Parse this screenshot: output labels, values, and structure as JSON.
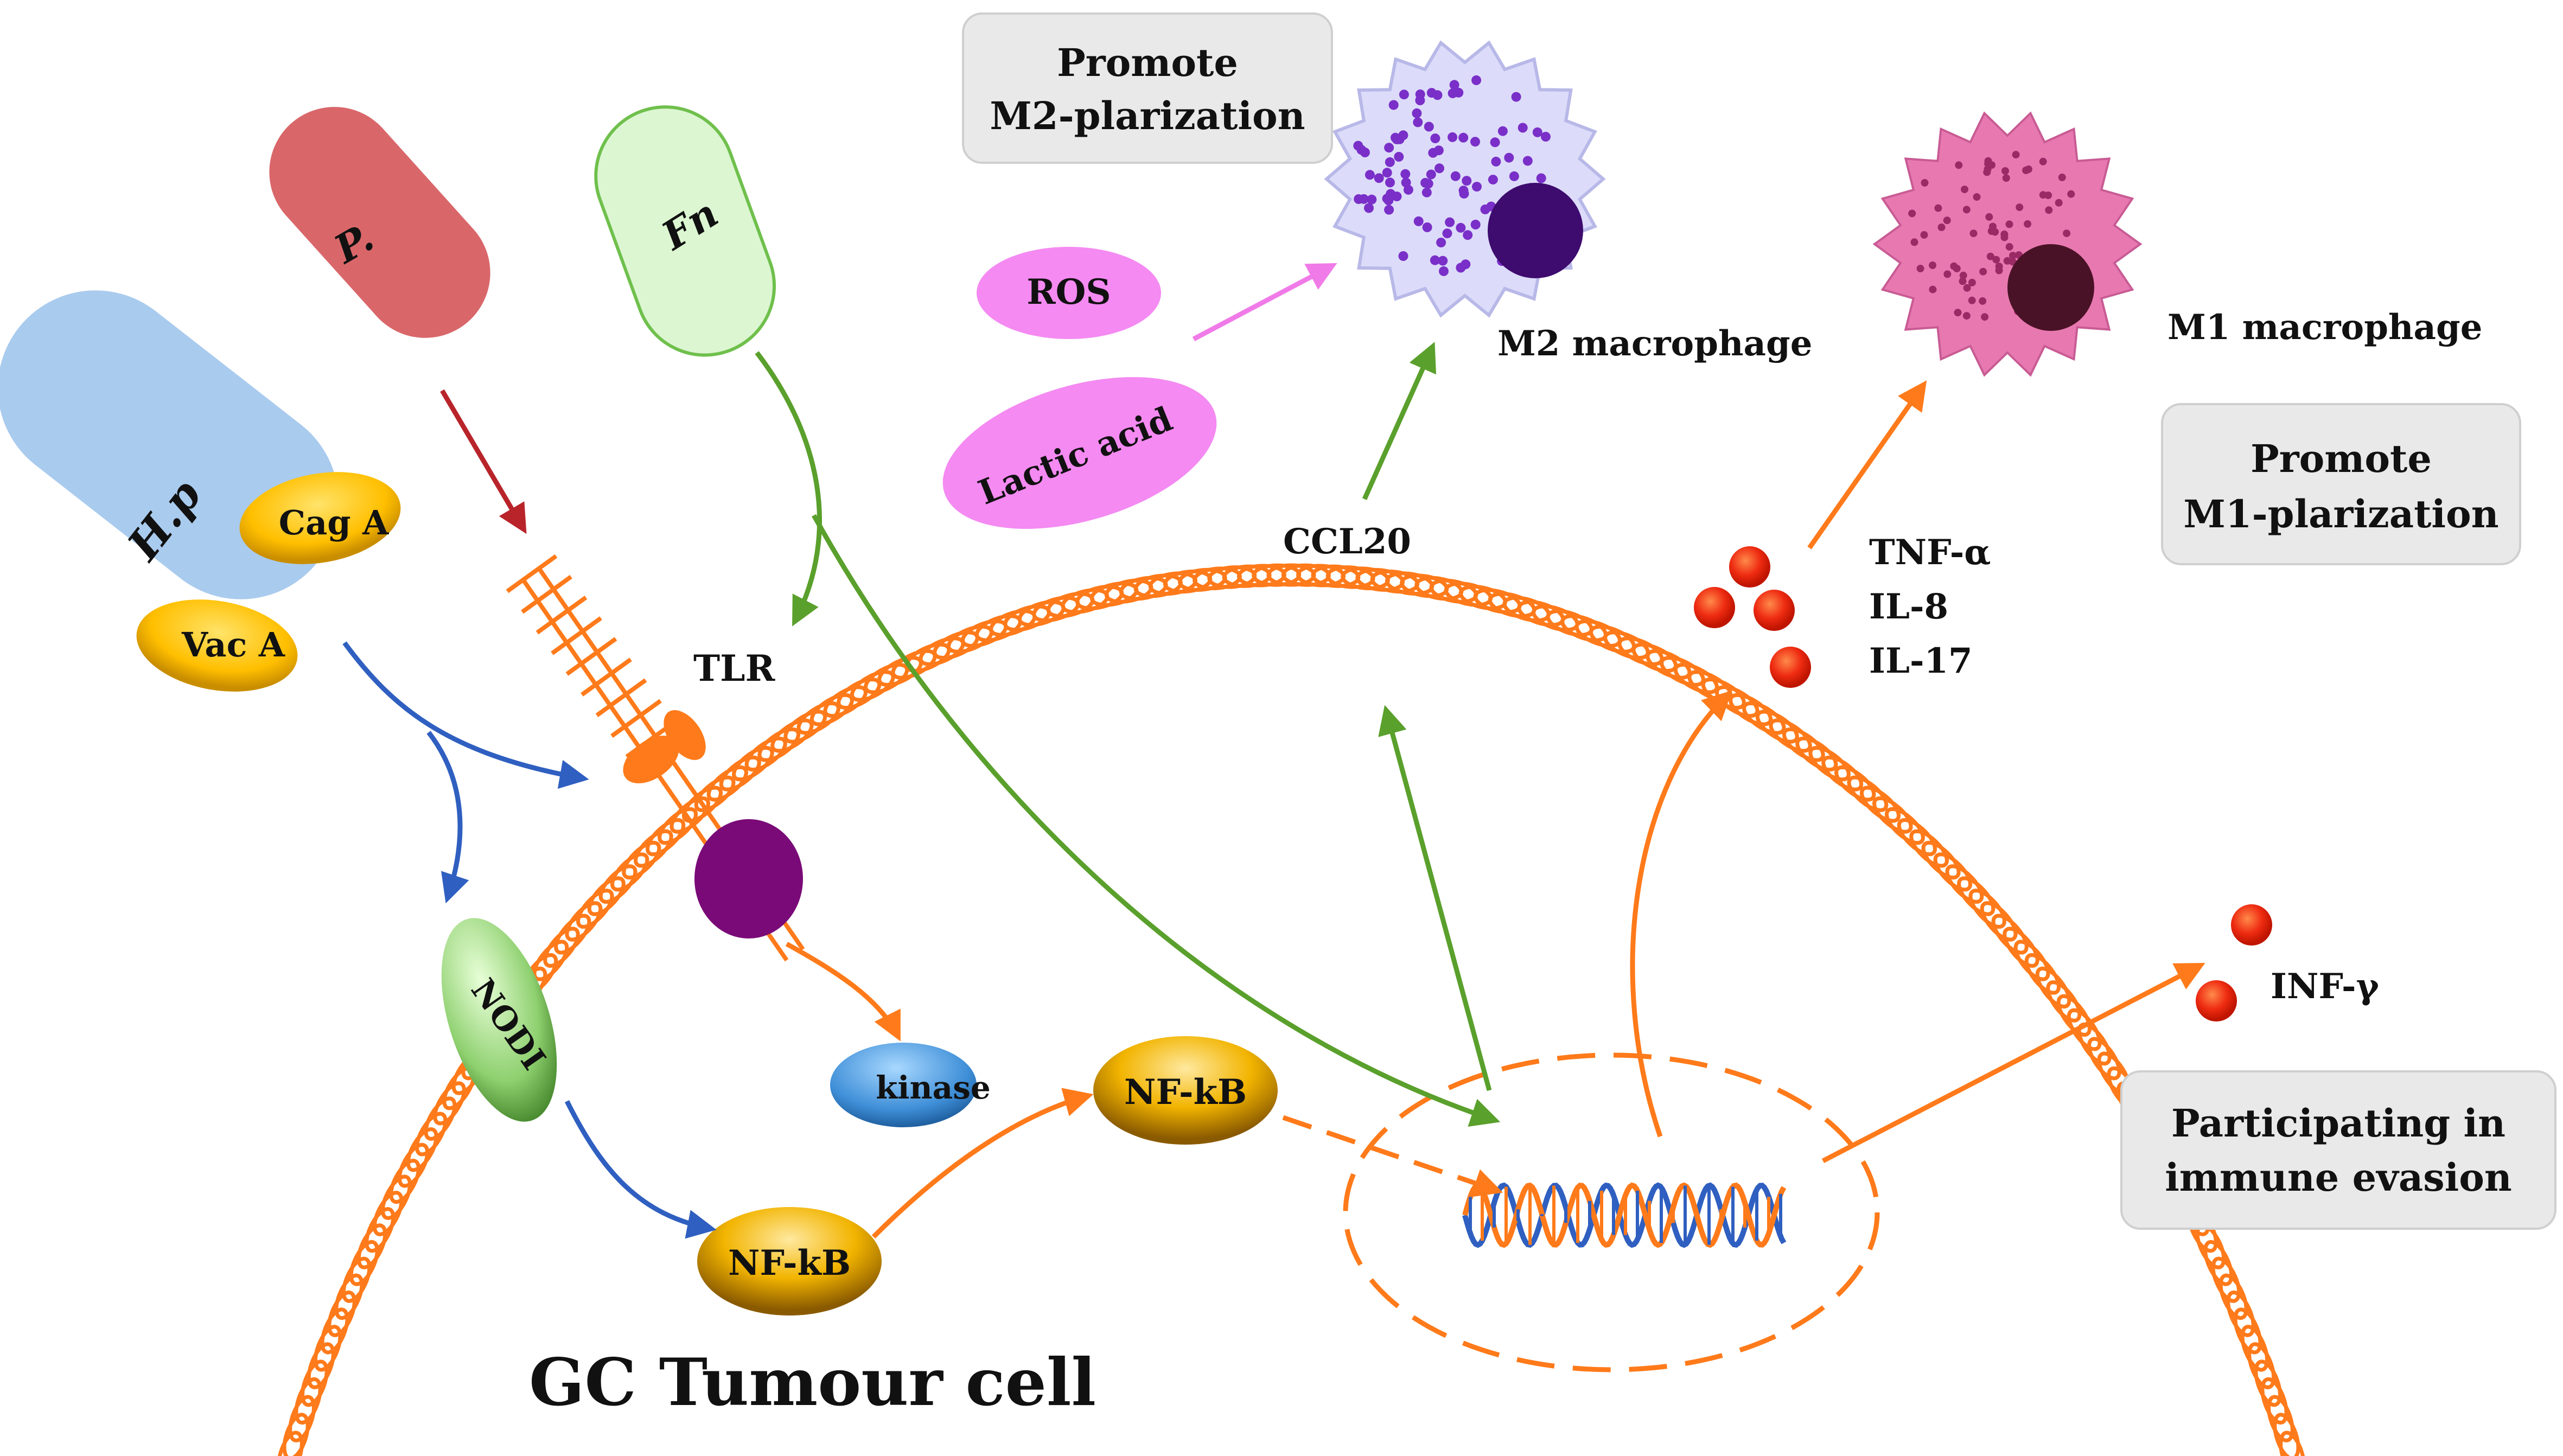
{
  "bacteria": {
    "hp": "H.p",
    "p": "P.",
    "fn": "Fn",
    "cag_a": "Cag A",
    "vac_a": "Vac A"
  },
  "receptors": {
    "tlr": "TLR",
    "nod1": "NODI"
  },
  "signaling": {
    "kinase": "kinase",
    "nfkb_upper": "NF-kB",
    "nfkb_lower": "NF-kB"
  },
  "metabolites": {
    "ros": "ROS",
    "lactic_acid": "Lactic acid"
  },
  "cytokines": {
    "ccl20": "CCL20",
    "tnf": "TNF-α",
    "il8": "IL-8",
    "il17": "IL-17",
    "inf": "INF-γ"
  },
  "macrophages": {
    "m2": "M2 macrophage",
    "m1": "M1 macrophage"
  },
  "boxes": {
    "m2_line1": "Promote",
    "m2_line2": "M2-plarization",
    "m1_line1": "Promote",
    "m1_line2": "M1-plarization",
    "evasion_line1": "Participating in",
    "evasion_line2": "immune evasion"
  },
  "cell_label": "GC Tumour cell",
  "colors": {
    "membrane": "#ff7a1a",
    "green_arrow": "#5aa02c",
    "blue_arrow": "#2f5fc0",
    "red_arrow": "#b8242a",
    "pink_arrow": "#f07be8",
    "hp_fill": "#a9cbee",
    "p_fill": "#d9676a",
    "fn_fill": "#dcf6d2",
    "badge_fill": "#ffc400",
    "m2_fill": "#dcdcfa",
    "m1_fill": "#e879b0",
    "box_fill": "#e9e9e9"
  }
}
